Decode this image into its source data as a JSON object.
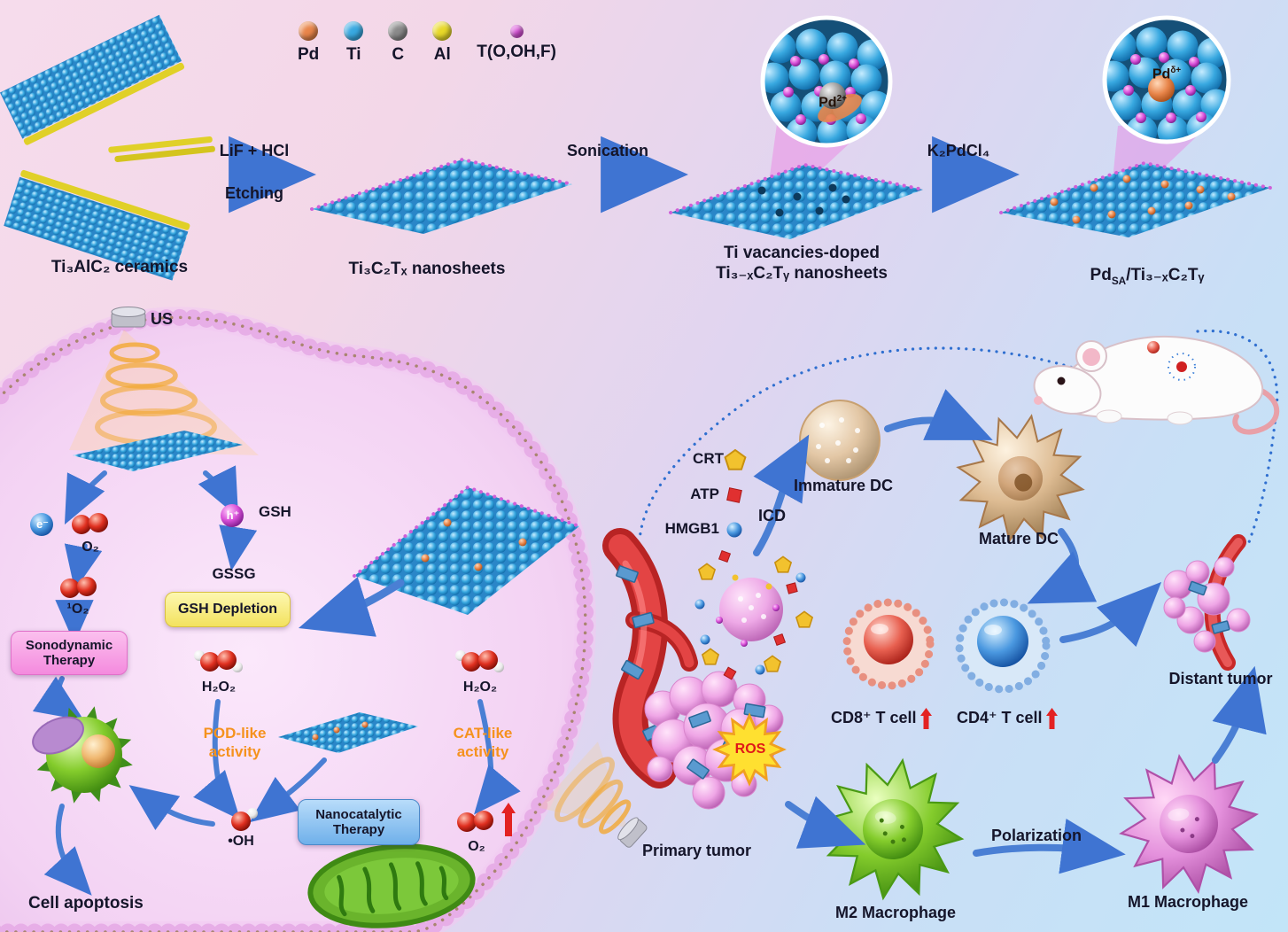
{
  "colors": {
    "arrow_blue": "#3f74d2",
    "pod_cat_text": "#f5921e",
    "up_arrow_red": "#e32222",
    "sono_box_bg": "#f8a6e6",
    "gsh_box_bg": "#f6ea86",
    "nano_box_bg": "#8ec2f2",
    "ros_star": "#ffe030",
    "ros_text": "#e01818"
  },
  "legend": {
    "items": [
      {
        "label": "Pd",
        "color": "#e8854a"
      },
      {
        "label": "Ti",
        "color": "#38a8e0"
      },
      {
        "label": "C",
        "color": "#8a8a8a"
      },
      {
        "label": "Al",
        "color": "#e8d828"
      },
      {
        "label": "T(O,OH,F)",
        "color": "#d84fd8"
      }
    ]
  },
  "synthesis": {
    "ceramics_label": "Ti₃AlC₂ ceramics",
    "etch_reagent": "LiF + HCl",
    "etch_label": "Etching",
    "nanosheets_label": "Ti₃C₂Tₓ nanosheets",
    "sonication_label": "Sonication",
    "vacancies_line1": "Ti vacancies-doped",
    "vacancies_line2": "Ti₃₋ₓC₂Tᵧ nanosheets",
    "pd_salt_label": "K₂PdCl₄",
    "product": {
      "pre": "Pd",
      "sub": "SA",
      "post": "/Ti₃₋ₓC₂Tᵧ"
    },
    "zoom_pd2": {
      "pre": "Pd",
      "sup": "2+"
    },
    "zoom_pd5": {
      "pre": "Pd",
      "sup": "δ+"
    }
  },
  "cell": {
    "us_label": "US",
    "electron": "e⁻",
    "hole": "h⁺",
    "o2": "O₂",
    "singlet_o2": "¹O₂",
    "sonodynamic_box": "Sonodynamic Therapy",
    "gsh": "GSH",
    "gssg": "GSSG",
    "gsh_box": "GSH Depletion",
    "h2o2_left": "H₂O₂",
    "h2o2_right": "H₂O₂",
    "pod_line1": "POD-like",
    "pod_line2": "activity",
    "cat_line1": "CAT-like",
    "cat_line2": "activity",
    "hydroxyl": "•OH",
    "o2_generated": "O₂",
    "nanocatalytic_box": "Nanocatalytic Therapy",
    "apoptosis_label": "Cell apoptosis"
  },
  "immune": {
    "crt": "CRT",
    "atp": "ATP",
    "hmgb1": "HMGB1",
    "icd": "ICD",
    "immature_dc": "Immature DC",
    "mature_dc": "Mature DC",
    "cd8": "CD8⁺ T cell",
    "cd4": "CD4⁺ T cell",
    "distant_tumor": "Distant tumor",
    "ros": "ROS",
    "primary_tumor": "Primary tumor",
    "m2": "M2 Macrophage",
    "polarization": "Polarization",
    "m1": "M1 Macrophage"
  }
}
